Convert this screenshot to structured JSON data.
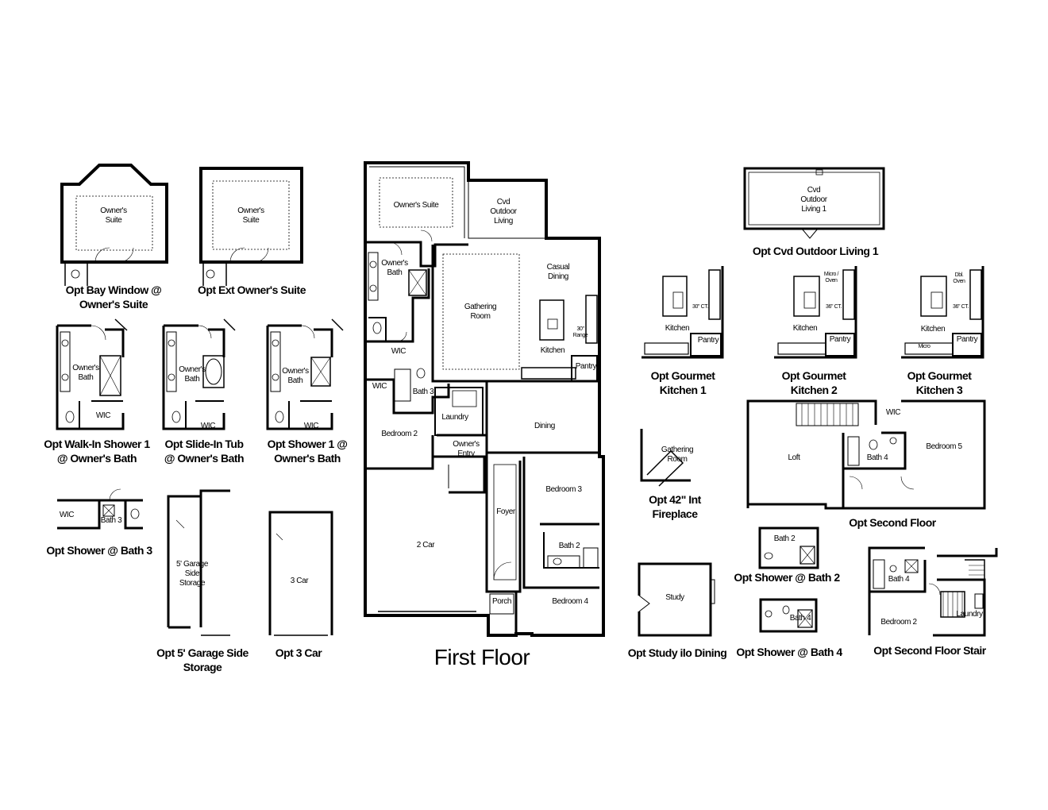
{
  "first_floor": {
    "title": "First Floor",
    "rooms": {
      "owners_suite": "Owner's Suite",
      "cvd_outdoor_living": "Cvd Outdoor Living",
      "owners_bath": "Owner's Bath",
      "wic_owner": "WIC",
      "gathering_room": "Gathering Room",
      "casual_dining": "Casual Dining",
      "kitchen": "Kitchen",
      "range": "30\" Range",
      "pantry": "Pantry",
      "wic_bed2": "WIC",
      "bath3": "Bath 3",
      "laundry": "Laundry",
      "bedroom2": "Bedroom 2",
      "owners_entry": "Owner's Entry",
      "dining": "Dining",
      "garage": "2 Car",
      "foyer": "Foyer",
      "bedroom3": "Bedroom 3",
      "bath2": "Bath 2",
      "porch": "Porch",
      "bedroom4": "Bedroom 4"
    }
  },
  "options": {
    "bay_window": {
      "caption": "Opt Bay Window @ Owner's Suite",
      "room": "Owner's Suite"
    },
    "ext_owners_suite": {
      "caption": "Opt Ext Owner's Suite",
      "room": "Owner's Suite"
    },
    "walk_in_shower": {
      "caption": "Opt Walk-In Shower 1 @ Owner's Bath",
      "room": "Owner's Bath",
      "wic": "WIC"
    },
    "slide_in_tub": {
      "caption": "Opt Slide-In Tub @ Owner's Bath",
      "room": "Owner's Bath",
      "wic": "WIC"
    },
    "shower1": {
      "caption": "Opt Shower 1 @ Owner's Bath",
      "room": "Owner's Bath",
      "wic": "WIC"
    },
    "shower_bath3": {
      "caption": "Opt Shower @ Bath 3",
      "wic": "WIC",
      "bath": "Bath 3"
    },
    "garage_storage": {
      "caption": "Opt 5' Garage Side Storage",
      "room": "5' Garage Side Storage"
    },
    "three_car": {
      "caption": "Opt 3 Car",
      "room": "3 Car"
    },
    "cvd_outdoor_living1": {
      "caption": "Opt Cvd Outdoor Living 1",
      "room": "Cvd Outdoor Living 1"
    },
    "gourmet1": {
      "caption": "Opt Gourmet Kitchen 1",
      "kitchen": "Kitchen",
      "pantry": "Pantry",
      "ct": "30\" CT."
    },
    "gourmet2": {
      "caption": "Opt Gourmet Kitchen 2",
      "kitchen": "Kitchen",
      "pantry": "Pantry",
      "ct": "36\" CT.",
      "micro": "Micro / Oven"
    },
    "gourmet3": {
      "caption": "Opt Gourmet Kitchen 3",
      "kitchen": "Kitchen",
      "pantry": "Pantry",
      "ct": "36\" CT.",
      "oven": "Dbl. Oven",
      "micro": "Micro"
    },
    "fireplace": {
      "caption": "Opt 42\" Int Fireplace",
      "room": "Gathering Room"
    },
    "second_floor": {
      "caption": "Opt Second Floor",
      "loft": "Loft",
      "wic": "WIC",
      "bath4": "Bath 4",
      "bedroom5": "Bedroom 5"
    },
    "shower_bath2": {
      "caption": "Opt Shower @ Bath 2",
      "room": "Bath 2"
    },
    "study": {
      "caption": "Opt Study ilo Dining",
      "room": "Study"
    },
    "shower_bath4": {
      "caption": "Opt Shower @ Bath 4",
      "room": "Bath 4"
    },
    "second_floor_stair": {
      "caption": "Opt Second Floor Stair",
      "bath4": "Bath 4",
      "bedroom2": "Bedroom 2",
      "laundry": "Laundry"
    }
  }
}
